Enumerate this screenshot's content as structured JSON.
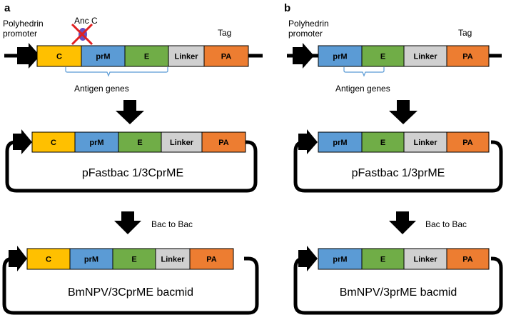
{
  "colors": {
    "C": "#FFC000",
    "prM": "#5B9BD5",
    "E": "#70AD47",
    "Linker": "#D0D0D0",
    "PA": "#ED7D31",
    "anc_blob": "#6A4FC0",
    "cross": "#E02020",
    "brace": "#5B9BD5"
  },
  "panel_a": {
    "letter": "a",
    "promoter_label": [
      "Polyhedrin",
      "promoter"
    ],
    "tag_label": "Tag",
    "anc_label": "Anc C",
    "antigen_label": "Antigen genes",
    "segments": [
      "C",
      "prM",
      "E",
      "Linker",
      "PA"
    ],
    "plasmid_name": "pFastbac 1/3CprME",
    "step_label": "Bac to Bac",
    "bacmid_name": "BmNPV/3CprME bacmid"
  },
  "panel_b": {
    "letter": "b",
    "promoter_label": [
      "Polyhedrin",
      "promoter"
    ],
    "tag_label": "Tag",
    "antigen_label": "Antigen genes",
    "segments": [
      "prM",
      "E",
      "Linker",
      "PA"
    ],
    "plasmid_name": "pFastbac 1/3prME",
    "step_label": "Bac to Bac",
    "bacmid_name": "BmNPV/3prME bacmid"
  }
}
